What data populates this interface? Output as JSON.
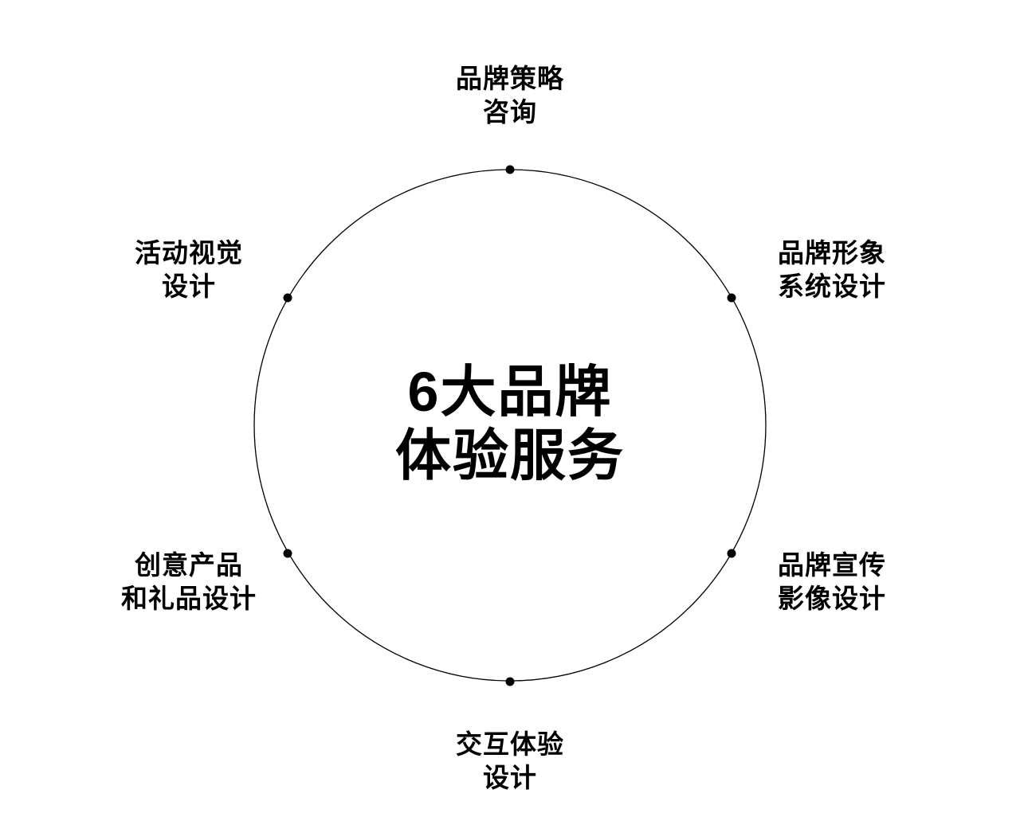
{
  "center": {
    "line1": "6大品牌",
    "line2": "体验服务"
  },
  "nodes": [
    {
      "line1": "品牌策略",
      "line2": "咨询"
    },
    {
      "line1": "品牌形象",
      "line2": "系统设计"
    },
    {
      "line1": "品牌宣传",
      "line2": "影像设计"
    },
    {
      "line1": "交互体验",
      "line2": "设计"
    },
    {
      "line1": "创意产品",
      "line2": "和礼品设计"
    },
    {
      "line1": "活动视觉",
      "line2": "设计"
    }
  ],
  "colors": {
    "stroke": "#000000",
    "background": "#ffffff"
  }
}
